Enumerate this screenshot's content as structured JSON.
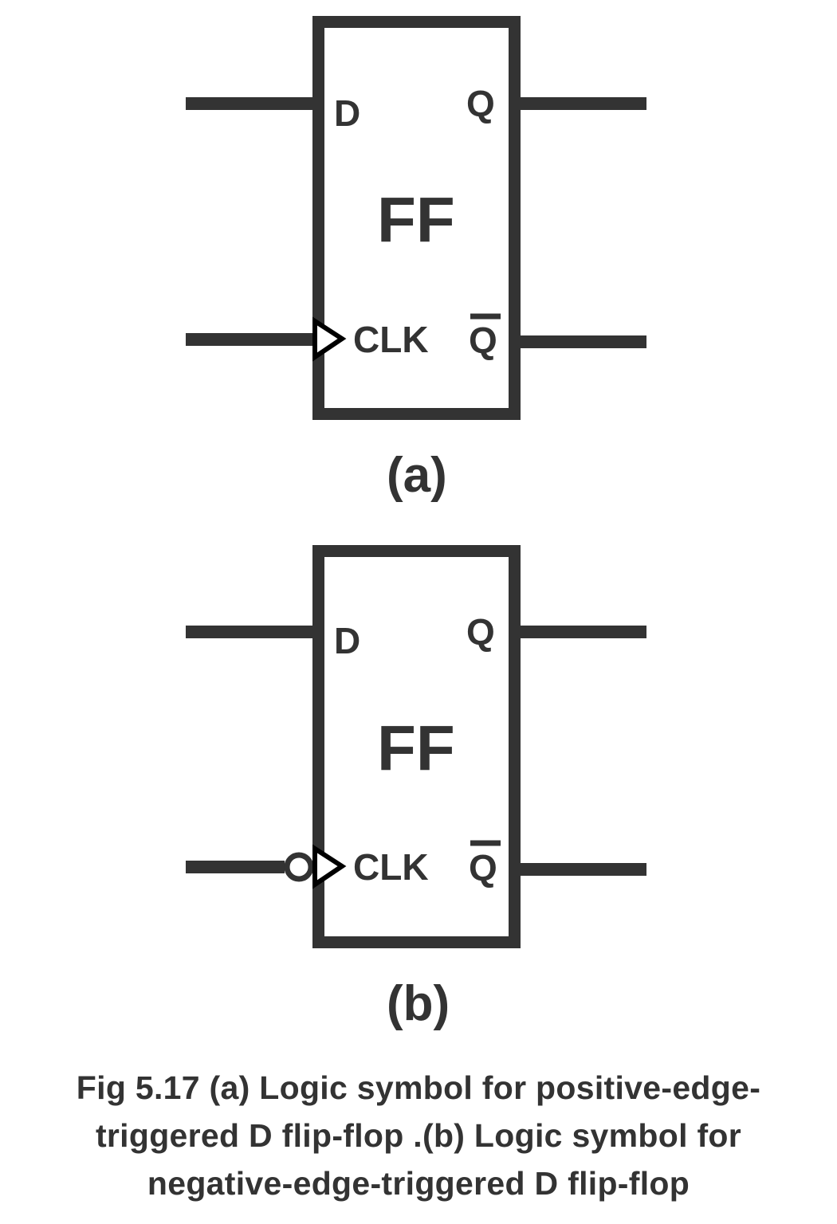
{
  "figure": {
    "diagrams": [
      {
        "id": "a",
        "block_label": "FF",
        "pins": {
          "d": "D",
          "q": "Q",
          "clk": "CLK",
          "q_bar": "Q"
        },
        "clock_edge": "positive",
        "sublabel": "(a)"
      },
      {
        "id": "b",
        "block_label": "FF",
        "pins": {
          "d": "D",
          "q": "Q",
          "clk": "CLK",
          "q_bar": "Q"
        },
        "clock_edge": "negative",
        "sublabel": "(b)"
      }
    ],
    "caption": {
      "lines": [
        "Fig 5.17 (a) Logic symbol for positive-edge-",
        "triggered D flip-flop .(b) Logic symbol for",
        "negative-edge-triggered D flip-flop"
      ]
    },
    "colors": {
      "ink": "#333333",
      "clock_triangle": "#000000",
      "background": "#ffffff"
    }
  }
}
